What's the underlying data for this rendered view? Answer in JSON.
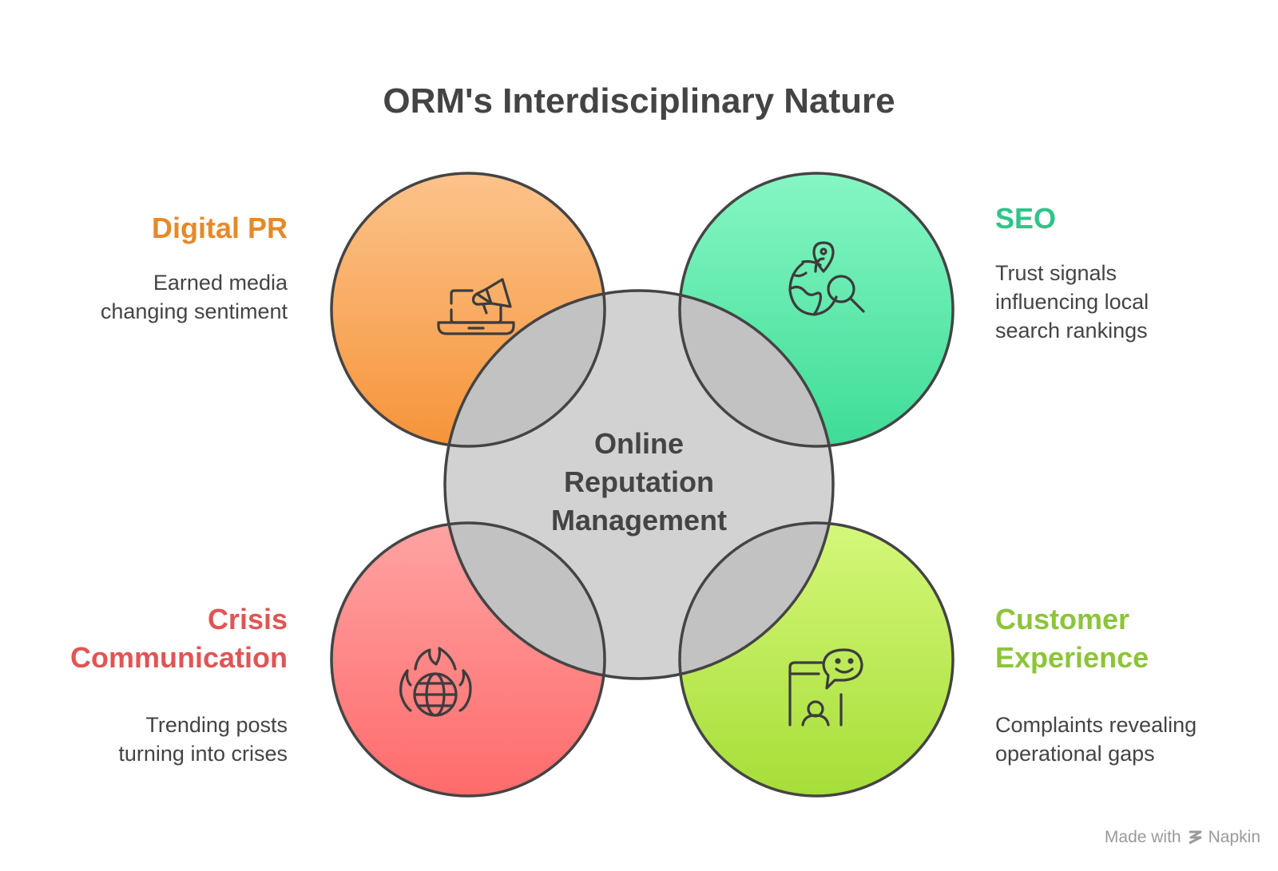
{
  "title": "ORM's Interdisciplinary Nature",
  "center": {
    "lines": [
      "Online",
      "Reputation",
      "Management"
    ]
  },
  "nodes": {
    "digital_pr": {
      "heading": [
        "Digital PR"
      ],
      "description": [
        "Earned media",
        "changing sentiment"
      ],
      "color": "#E6892B",
      "icon": "laptop-megaphone-icon"
    },
    "seo": {
      "heading": [
        "SEO"
      ],
      "description": [
        "Trust signals",
        "influencing local",
        "search rankings"
      ],
      "color": "#2EC48A",
      "icon": "globe-location-search-icon"
    },
    "crisis": {
      "heading": [
        "Crisis",
        "Communication"
      ],
      "description": [
        "Trending posts",
        "turning into crises"
      ],
      "color": "#E05555",
      "icon": "globe-fire-icon"
    },
    "cx": {
      "heading": [
        "Customer",
        "Experience"
      ],
      "description": [
        "Complaints revealing",
        "operational gaps"
      ],
      "color": "#8CC43A",
      "icon": "phone-person-smiley-icon"
    }
  },
  "watermark": {
    "prefix": "Made with",
    "brand": "Napkin"
  }
}
